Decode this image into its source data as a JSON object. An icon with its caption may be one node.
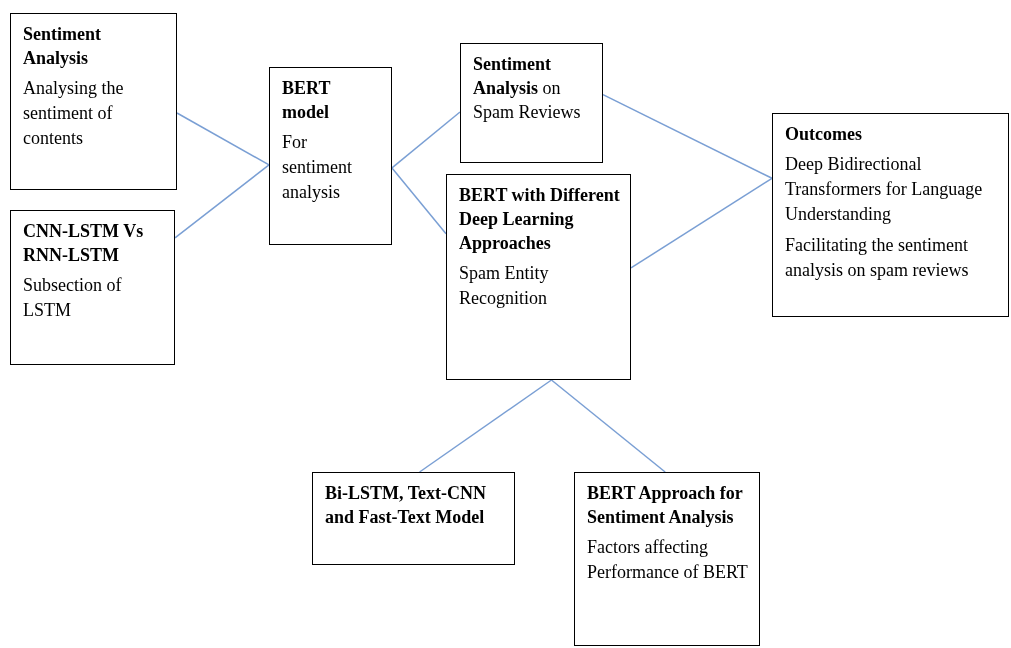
{
  "diagram": {
    "nodes": [
      {
        "text": [
          "Sentiment Analysis",
          "Analysing the sentiment of contents"
        ]
      },
      {
        "text": [
          "CNN-LSTM Vs RNN-LSTM",
          "Subsection of LSTM"
        ]
      },
      {
        "text": [
          "BERT model",
          "For sentiment analysis"
        ]
      },
      {
        "text": [
          "**Sentiment Analysis** on Spam Reviews"
        ]
      },
      {
        "text": [
          "BERT with Different Deep Learning Approaches",
          "Spam Entity Recognition"
        ]
      },
      {
        "text": [
          "Outcomes",
          "Deep Bidirectional Transformers for Language Understanding",
          "Facilitating the sentiment analysis on spam reviews"
        ]
      },
      {
        "text": [
          "Bi-LSTM, Text-CNN and Fast-Text Model"
        ]
      },
      {
        "text": [
          "BERT Approach for Sentiment Analysis",
          "Factors affecting Performance of BERT"
        ]
      }
    ],
    "edges": [
      {
        "from": 0,
        "to": 2,
        "arrow": "none"
      },
      {
        "from": 1,
        "to": 2,
        "arrow": "none"
      },
      {
        "from": 2,
        "to": 3,
        "arrow": "none"
      },
      {
        "from": 2,
        "to": 4,
        "arrow": "none"
      },
      {
        "from": 3,
        "to": 5,
        "arrow": "none"
      },
      {
        "from": 4,
        "to": 5,
        "arrow": "none"
      },
      {
        "from": 4,
        "to": 6,
        "arrow": "none"
      },
      {
        "from": 4,
        "to": 7,
        "arrow": "none"
      }
    ]
  }
}
